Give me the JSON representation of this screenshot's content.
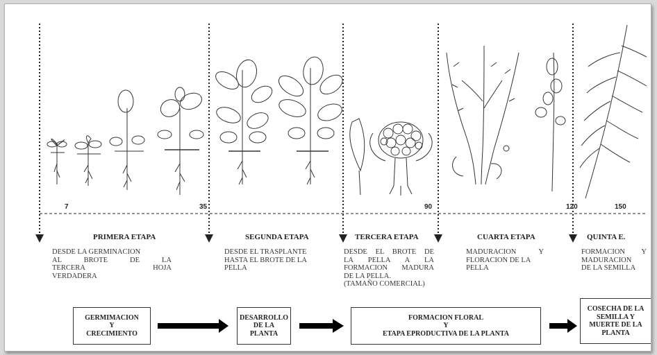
{
  "ticks": [
    "7",
    "35",
    "90",
    "120",
    "150"
  ],
  "stages": [
    {
      "title": "PRIMERA ETAPA",
      "description": [
        "DESDE LA GERMINACION",
        "AL BROTE DE LA",
        "TERCERA HOJA",
        "VERDADERA"
      ]
    },
    {
      "title": "SEGUNDA ETAPA",
      "description": [
        "DESDE EL TRASPLANTE",
        "HASTA EL BROTE DE LA",
        "PELLA"
      ]
    },
    {
      "title": "TERCERA ETAPA",
      "description": [
        "DESDE EL BROTE DE",
        "LA PELLA A LA",
        "FORMACION MADURA",
        "DE LA PELLA.",
        "(TAMAÑO COMERCIAL)"
      ]
    },
    {
      "title": "CUARTA ETAPA",
      "description": [
        "MADURACION Y",
        "FLORACION DE LA",
        "PELLA"
      ]
    },
    {
      "title": "QUINTA E.",
      "description": [
        "FORMACION Y",
        "MADURACION",
        "DE LA SEMILLA"
      ]
    }
  ],
  "phases": [
    {
      "lines": [
        "GERMIMACION",
        "Y",
        "CRECIMIENTO"
      ]
    },
    {
      "lines": [
        "DESARROLLO",
        "DE LA",
        "PLANTA"
      ]
    },
    {
      "lines": [
        "FORMACION FLORAL",
        "Y",
        "ETAPA EPRODUCTIVA DE LA PLANTA"
      ]
    },
    {
      "lines": [
        "COSECHA DE LA",
        "SEMILLA Y",
        "MUERTE DE LA",
        "PLANTA"
      ]
    }
  ],
  "colors": {
    "ink": "#222222",
    "background": "#ffffff",
    "frame_shadow": "#d9d9d9"
  }
}
